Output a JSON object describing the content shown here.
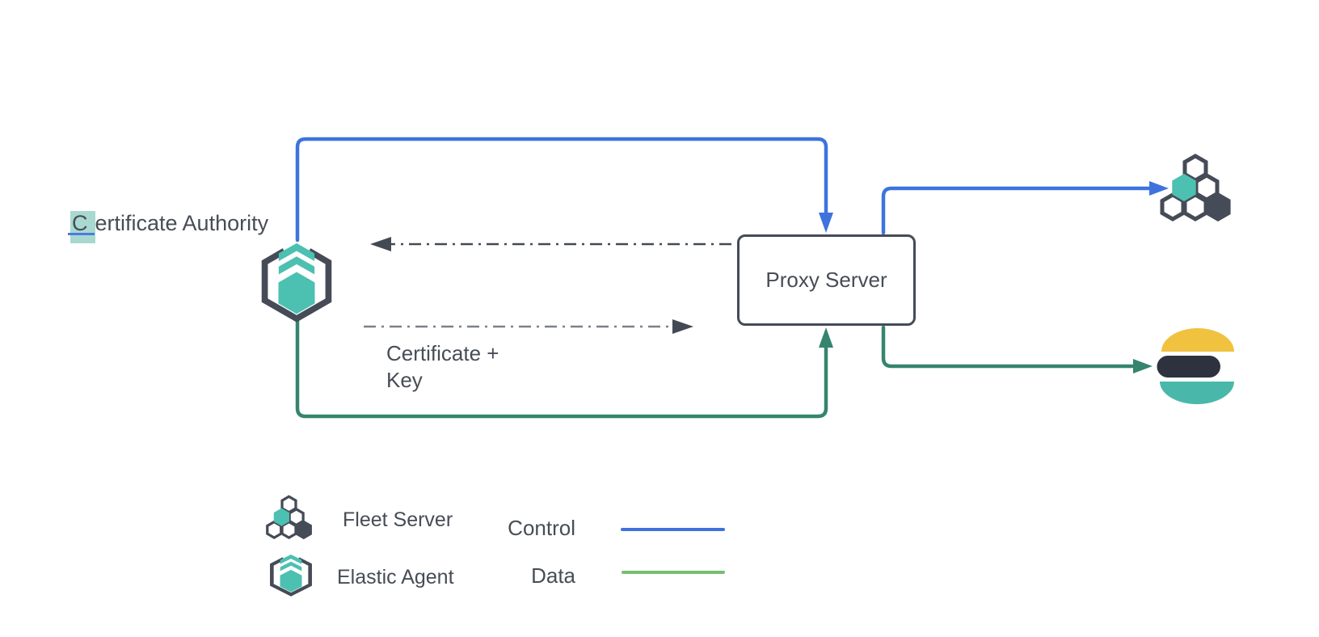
{
  "diagram": {
    "nodes": {
      "certificate_authority": {
        "label_first_letter": "C",
        "label_rest": "ertificate Authority"
      },
      "proxy_server": {
        "label": "Proxy Server"
      },
      "certificate_key_note": {
        "label": "Certificate +\nKey"
      },
      "fleet_server": {
        "icon": "fleet-server-hexagon-cluster"
      },
      "elasticsearch": {
        "icon": "elasticsearch-logo"
      },
      "elastic_agent": {
        "icon": "elastic-agent-hexagon"
      }
    },
    "connectors": [
      {
        "name": "control-agent-to-proxy",
        "type": "control",
        "color": "#3e73de"
      },
      {
        "name": "control-proxy-to-fleet-server",
        "type": "control",
        "color": "#3e73de"
      },
      {
        "name": "data-agent-to-proxy",
        "type": "data",
        "color": "#35846e"
      },
      {
        "name": "data-proxy-to-elasticsearch",
        "type": "data",
        "color": "#35846e"
      },
      {
        "name": "certificate-return-arrow",
        "type": "dashed",
        "color": "#434a54"
      },
      {
        "name": "certificate-key-arrow",
        "type": "dashed",
        "color": "#7a818a"
      }
    ],
    "legend": {
      "fleet_server_label": "Fleet Server",
      "elastic_agent_label": "Elastic Agent",
      "control_label": "Control",
      "data_label": "Data"
    },
    "colors": {
      "control_blue": "#3e73de",
      "data_green": "#35846e",
      "legend_data_green": "#74c06c",
      "icon_teal": "#4cc0b1",
      "icon_dark_slate": "#454b57",
      "text": "#474d56",
      "es_yellow": "#f0c240",
      "es_teal": "#49b8ab",
      "es_dark": "#2d323e",
      "selection_highlight_teal": "#a9d8d0",
      "caret_blue": "#4b7ae0",
      "dash_dark_gray": "#434a54",
      "dash_light_gray": "#7a818a"
    }
  }
}
